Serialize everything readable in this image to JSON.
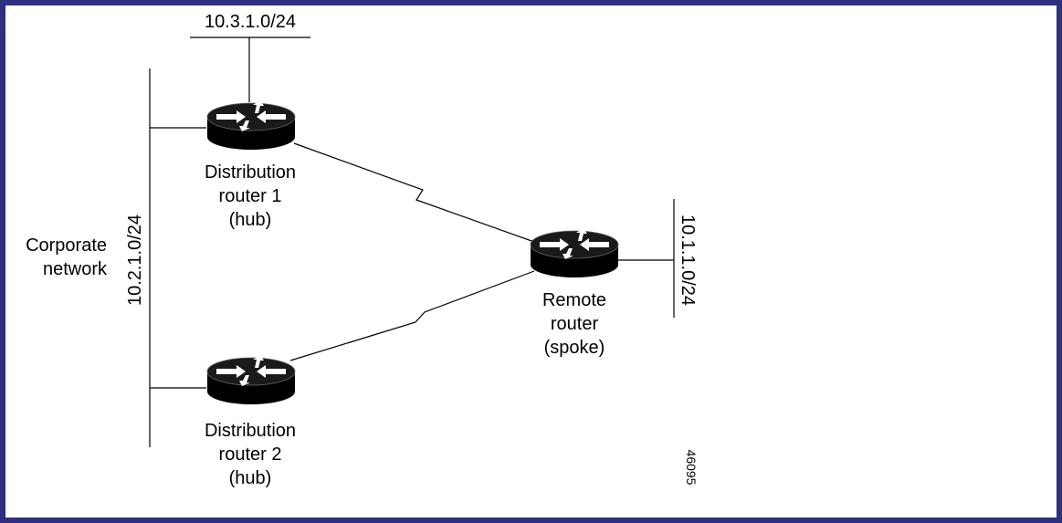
{
  "subnets": {
    "top": "10.3.1.0/24",
    "corporate": "10.2.1.0/24",
    "remote": "10.1.1.0/24"
  },
  "corporate_network": {
    "line1": "Corporate",
    "line2": "network"
  },
  "routers": {
    "dist1": {
      "line1": "Distribution",
      "line2": "router 1",
      "line3": "(hub)"
    },
    "dist2": {
      "line1": "Distribution",
      "line2": "router 2",
      "line3": "(hub)"
    },
    "remote": {
      "line1": "Remote",
      "line2": "router",
      "line3": "(spoke)"
    }
  },
  "figure_id": "46095",
  "colors": {
    "border": "#2e2f7f",
    "router_body": "#000000",
    "arrows": "#ffffff"
  },
  "icons": {
    "router": "router-icon"
  }
}
